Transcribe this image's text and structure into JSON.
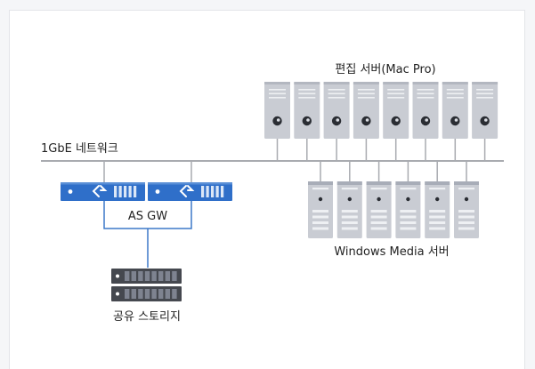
{
  "labels": {
    "mac_servers": "편집 서버(Mac Pro)",
    "network": "1GbE 네트워크",
    "gateway": "AS GW",
    "windows_servers": "Windows Media 서버",
    "storage": "공유 스토리지"
  },
  "counts": {
    "mac_servers": 8,
    "windows_servers": 6,
    "gateways": 2,
    "storage_units": 2
  },
  "colors": {
    "network_line": "#a9abb0",
    "gw_blue": "#2f6fc9",
    "gw_link": "#3d79c8",
    "server_body": "#c9ccd3",
    "server_dark": "#2a2d33",
    "storage_body": "#45484f",
    "storage_tray": "#7e8390"
  }
}
